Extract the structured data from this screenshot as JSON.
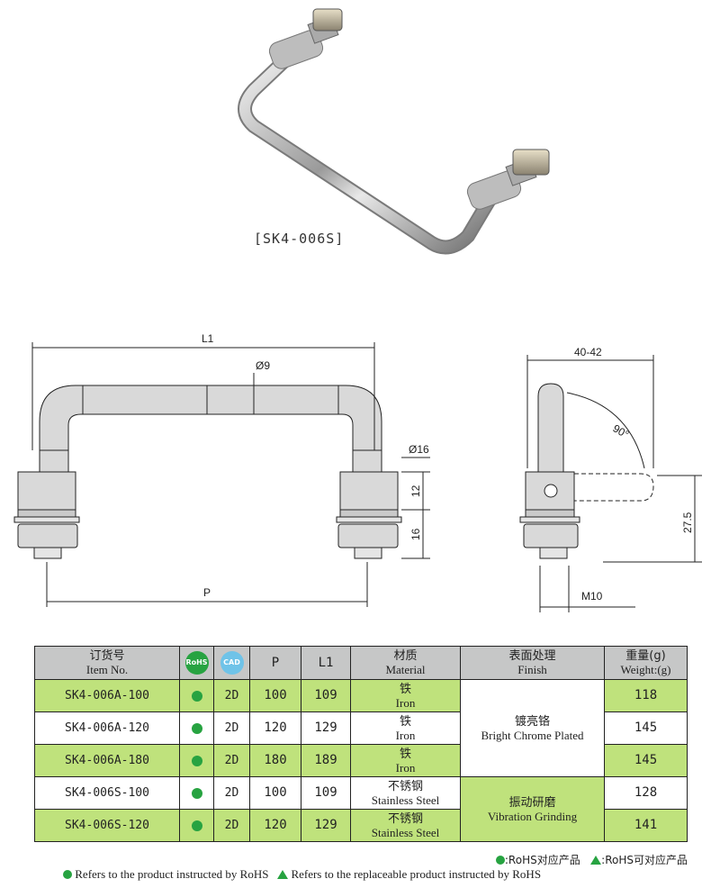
{
  "caption": "[SK4-006S]",
  "drawing": {
    "front": {
      "L1": "L1",
      "dia_bar": "Ø9",
      "dia_base": "Ø16",
      "dim_12": "12",
      "dim_16": "16",
      "P": "P"
    },
    "side": {
      "width": "40-42",
      "angle": "90°",
      "height": "27.5",
      "thread": "M10"
    }
  },
  "table": {
    "headers": {
      "item_cn": "订货号",
      "item_en": "Item No.",
      "rohs": "RoHS",
      "cad": "CAD",
      "p": "P",
      "l1": "L1",
      "material_cn": "材质",
      "material_en": "Material",
      "finish_cn": "表面处理",
      "finish_en": "Finish",
      "weight_cn": "重量(g)",
      "weight_en": "Weight:(g)"
    },
    "rows": [
      {
        "item": "SK4-006A-100",
        "cad": "2D",
        "p": "100",
        "l1": "109",
        "material_cn": "铁",
        "material_en": "Iron",
        "weight": "118"
      },
      {
        "item": "SK4-006A-120",
        "cad": "2D",
        "p": "120",
        "l1": "129",
        "material_cn": "铁",
        "material_en": "Iron",
        "weight": "145"
      },
      {
        "item": "SK4-006A-180",
        "cad": "2D",
        "p": "180",
        "l1": "189",
        "material_cn": "铁",
        "material_en": "Iron",
        "weight": "145"
      },
      {
        "item": "SK4-006S-100",
        "cad": "2D",
        "p": "100",
        "l1": "109",
        "material_cn": "不锈钢",
        "material_en": "Stainless Steel",
        "weight": "128"
      },
      {
        "item": "SK4-006S-120",
        "cad": "2D",
        "p": "120",
        "l1": "129",
        "material_cn": "不锈钢",
        "material_en": "Stainless Steel",
        "weight": "141"
      }
    ],
    "finish_1_cn": "镀亮铬",
    "finish_1_en": "Bright Chrome Plated",
    "finish_2_cn": "振动研磨",
    "finish_2_en": "Vibration Grinding"
  },
  "legend": {
    "cn_dot": ":RoHS对应产品",
    "cn_tri": ":RoHS可对应产品",
    "en_dot": "Refers to the product instructed by RoHS",
    "en_tri": "Refers to the replaceable product instructed by RoHS"
  },
  "colors": {
    "row_green": "#bfe27c",
    "header_gray": "#c6c7c7",
    "rohs_green": "#27a341",
    "cad_blue": "#6fc3e8"
  }
}
